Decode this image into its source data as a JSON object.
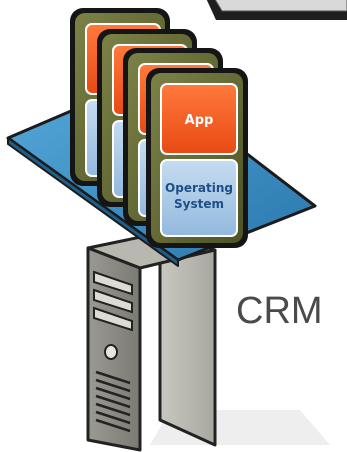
{
  "diagram": {
    "front_vm": {
      "app_label": "App",
      "os_label_line1": "Operating",
      "os_label_line2": "System"
    },
    "server_label": "CRM",
    "stacked_vm_count": 4,
    "colors": {
      "app_fill": "#f15a24",
      "os_fill": "#a9c9e8",
      "os_text": "#1d4f88",
      "platform_fill": "#3b8fc5",
      "vm_frame": "#222222",
      "vm_body": "#6a6f3a",
      "server_body": "#8c8c84",
      "label_text": "#4a4a4a"
    }
  }
}
